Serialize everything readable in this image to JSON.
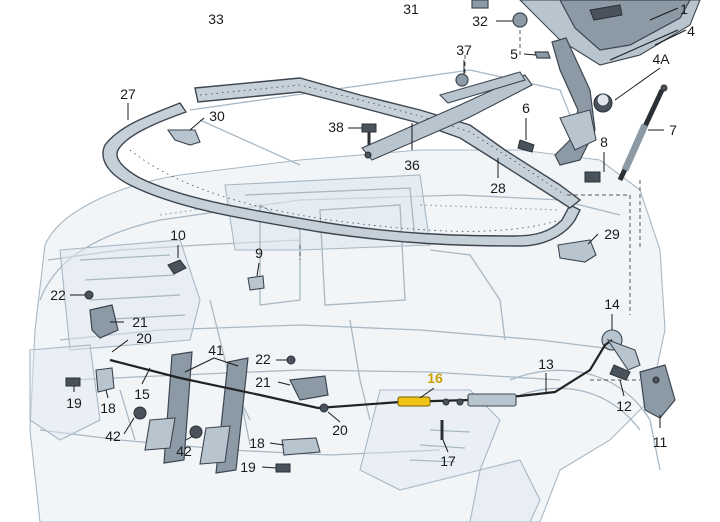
{
  "labels": {
    "l33": "33",
    "l31": "31",
    "l32": "32",
    "l1": "1",
    "l4": "4",
    "l37": "37",
    "l5": "5",
    "l4a": "4A",
    "l27": "27",
    "l30": "30",
    "l6": "6",
    "l7": "7",
    "l38": "38",
    "l8": "8",
    "l36": "36",
    "l28": "28",
    "l10": "10",
    "l29": "29",
    "l9": "9",
    "l22a": "22",
    "l14": "14",
    "l21a": "21",
    "l20a": "20",
    "l41": "41",
    "l22b": "22",
    "l13": "13",
    "l21b": "21",
    "l16": "16",
    "l15": "15",
    "l19a": "19",
    "l18a": "18",
    "l12": "12",
    "l42a": "42",
    "l20b": "20",
    "l42b": "42",
    "l18b": "18",
    "l17": "17",
    "l11": "11",
    "l19b": "19"
  },
  "colors": {
    "highlight_label": "#c8a000",
    "highlight_part": "#f0c419",
    "ghost_line": "#a9b8c4",
    "part_fill": "#8c9aa6"
  }
}
